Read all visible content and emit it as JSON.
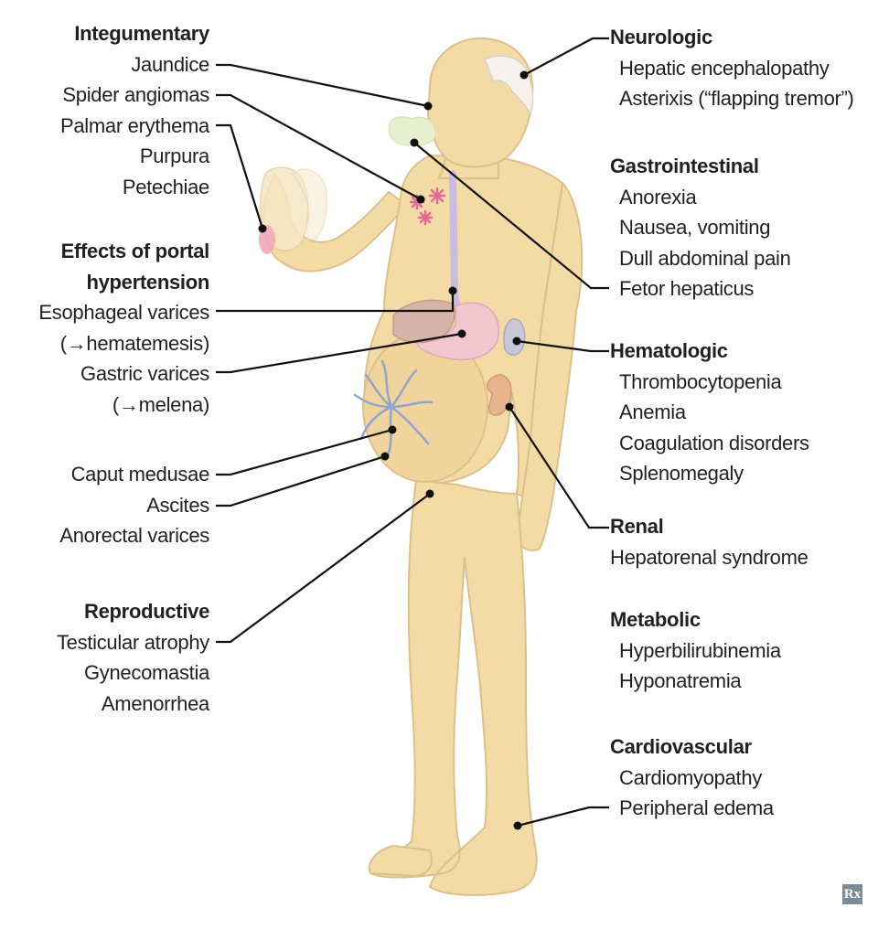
{
  "left_groups": {
    "integumentary": {
      "heading": "Integumentary",
      "items": [
        "Jaundice",
        "Spider angiomas",
        "Palmar erythema",
        "Purpura",
        "Petechiae"
      ]
    },
    "portal": {
      "heading_line1": "Effects of portal",
      "heading_line2": "hypertension",
      "items": [
        "Esophageal varices",
        "(→hematemesis)",
        "Gastric varices",
        "(→melena)"
      ]
    },
    "abdominal": {
      "items": [
        "Caput medusae",
        "Ascites",
        "Anorectal varices"
      ]
    },
    "reproductive": {
      "heading": "Reproductive",
      "items": [
        "Testicular atrophy",
        "Gynecomastia",
        "Amenorrhea"
      ]
    }
  },
  "right_groups": {
    "neurologic": {
      "heading": "Neurologic",
      "items": [
        "Hepatic encephalopathy",
        "Asterixis (“flapping tremor”)"
      ]
    },
    "gastrointestinal": {
      "heading": "Gastrointestinal",
      "items": [
        "Anorexia",
        "Nausea, vomiting",
        "Dull abdominal pain",
        "Fetor hepaticus"
      ]
    },
    "hematologic": {
      "heading": "Hematologic",
      "items": [
        "Thrombocytopenia",
        "Anemia",
        "Coagulation disorders",
        "Splenomegaly"
      ]
    },
    "renal": {
      "heading": "Renal",
      "items": [
        "Hepatorenal syndrome"
      ]
    },
    "metabolic": {
      "heading": "Metabolic",
      "items": [
        "Hyperbilirubinemia",
        "Hyponatremia"
      ]
    },
    "cardiovascular": {
      "heading": "Cardiovascular",
      "items": [
        "Cardiomyopathy",
        "Peripheral edema"
      ]
    }
  },
  "badge": {
    "text": "Rx"
  },
  "colors": {
    "skin": "#f3dba5",
    "skin_outline": "#dcc08a",
    "hair": "#f5f2ee",
    "spider": "#e36a96",
    "vessel": "#c8bde0",
    "caput": "#8fa6cc",
    "stomach": "#f2c6cf",
    "spleen": "#c7c7d6",
    "kidney": "#e7b48f",
    "leader": "#111111"
  }
}
